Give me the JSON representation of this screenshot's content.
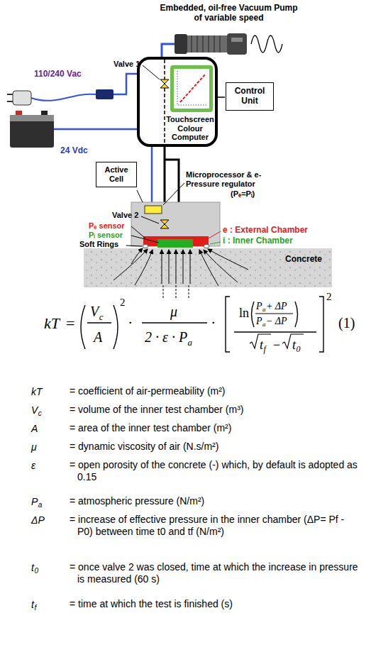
{
  "diagram": {
    "nodes": [
      {
        "text": [
          "Embedded, oil-free Vacuum Pump of variable speed"
        ]
      },
      {
        "text": [
          "Control Unit"
        ]
      },
      {
        "text": [
          "Active Cell"
        ]
      },
      {
        "text": [
          "Concrete"
        ]
      }
    ],
    "labels": [
      "Valve 1",
      "110/240 Vac",
      "24 Vdc",
      "Touchscreen Colour Computer",
      "Microprocessor & e-Pressure regulator",
      "(Pₑ=Pᵢ)",
      "Valve 2",
      "Pₑ sensor",
      "Pᵢ sensor",
      "Soft Rings",
      "e : External Chamber",
      "i : Inner Chamber",
      "kT",
      "=",
      "V",
      "c",
      "A",
      "2",
      "·",
      "μ",
      "2 · ε · P",
      "a",
      "·",
      "ln",
      "P",
      "a",
      "+ ΔP",
      "P",
      "a",
      "− ΔP",
      "t",
      "f",
      "−",
      "t",
      "0",
      "2",
      "(1)",
      "kT",
      "= coefficient of air-permeability (m²)",
      "V",
      "c",
      "= volume of the inner test chamber (m³)",
      "A",
      "= area of the inner test chamber (m²)",
      "μ",
      "= dynamic viscosity of air (N.s/m²)",
      "ε",
      "= open porosity of the concrete (-) which, by default is adopted as 0.15",
      "P",
      "a",
      "= atmospheric pressure (N/m²)",
      "ΔP",
      "= increase of effective pressure in the inner chamber (ΔP= Pf - P0) between time t0 and tf (N/m²)",
      "t",
      "0",
      "= once valve 2 was closed, time at which the increase in pressure is measured (60 s)",
      "t",
      "f",
      "= time at which the test is finished (s)"
    ]
  }
}
